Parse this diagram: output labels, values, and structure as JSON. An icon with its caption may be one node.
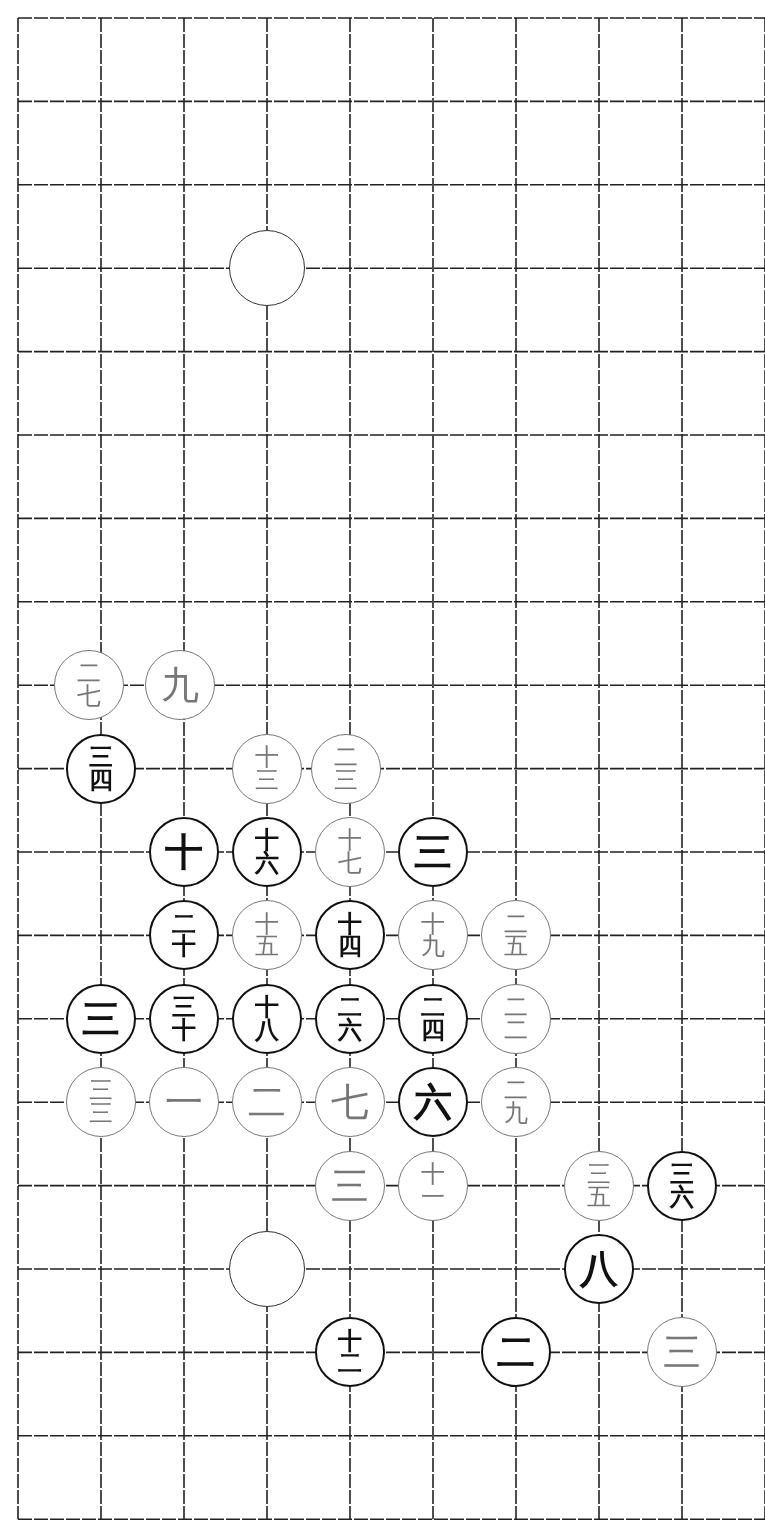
{
  "diagram": {
    "nodes": [
      {
        "text": [],
        "shape": "circle"
      },
      {
        "text": [
          "二七"
        ]
      },
      {
        "text": [
          "九"
        ]
      },
      {
        "text": [
          "三四"
        ]
      },
      {
        "text": [
          "十三"
        ]
      },
      {
        "text": [
          "二三"
        ]
      },
      {
        "text": [
          "十"
        ]
      },
      {
        "text": [
          "十六"
        ]
      },
      {
        "text": [
          "十七"
        ]
      },
      {
        "text": [
          "三"
        ]
      },
      {
        "text": [
          "二十"
        ]
      },
      {
        "text": [
          "十五"
        ]
      },
      {
        "text": [
          "十四"
        ]
      },
      {
        "text": [
          "十九"
        ]
      },
      {
        "text": [
          "二五"
        ]
      },
      {
        "text": [
          "三"
        ]
      },
      {
        "text": [
          "三十"
        ]
      },
      {
        "text": [
          "十八"
        ]
      },
      {
        "text": [
          "二六"
        ]
      },
      {
        "text": [
          "二四"
        ]
      },
      {
        "text": [
          "二二"
        ]
      },
      {
        "text": [
          "三三"
        ]
      },
      {
        "text": [
          "一"
        ]
      },
      {
        "text": [
          "二"
        ]
      },
      {
        "text": [
          "七"
        ]
      },
      {
        "text": [
          "六"
        ]
      },
      {
        "text": [
          "二九"
        ]
      },
      {
        "text": [
          "三"
        ]
      },
      {
        "text": [
          "十一"
        ]
      },
      {
        "text": [
          "三五"
        ]
      },
      {
        "text": [
          "三六"
        ]
      },
      {
        "text": [],
        "shape": "circle"
      },
      {
        "text": [
          "八"
        ]
      },
      {
        "text": [
          "十二"
        ]
      },
      {
        "text": [
          "二"
        ]
      },
      {
        "text": [
          "三"
        ]
      }
    ]
  }
}
